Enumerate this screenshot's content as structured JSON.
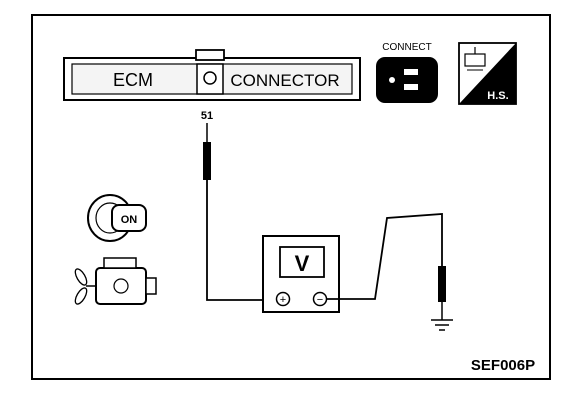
{
  "connector": {
    "left_label": "ECM",
    "right_label": "CONNECTOR",
    "pin_number": "51"
  },
  "badges": {
    "connect_label": "CONNECT",
    "hs_label": "H.S."
  },
  "ignition": {
    "key_label": "ON"
  },
  "meter": {
    "symbol": "V",
    "plus_symbol": "+",
    "minus_symbol": "−"
  },
  "figure_code": "SEF006P"
}
